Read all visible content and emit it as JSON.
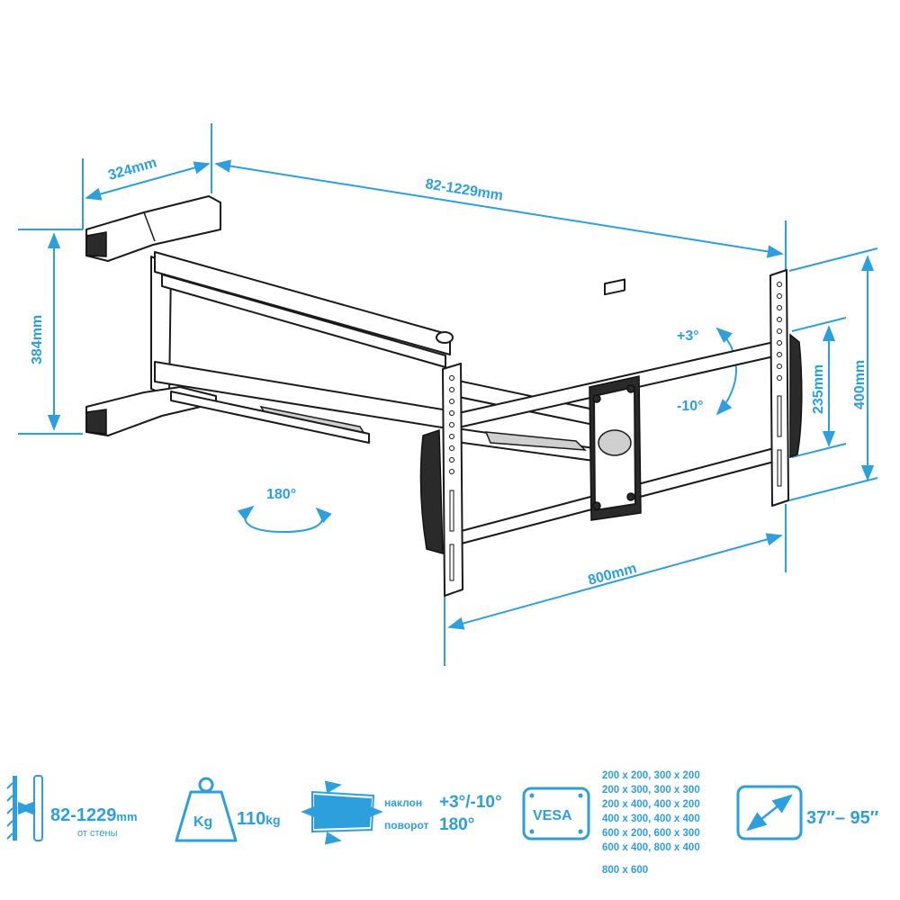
{
  "dimensions": {
    "wall_plate_width": "324mm",
    "extension": "82-1229mm",
    "wall_plate_height": "384mm",
    "vesa_height": "400mm",
    "vesa_inner_height": "235mm",
    "vesa_width": "800mm",
    "tilt_up": "+3°",
    "tilt_down": "-10°",
    "swivel": "180°"
  },
  "specs": {
    "distance_value": "82-1229",
    "distance_unit": "mm",
    "distance_caption": "от стены",
    "weight_icon_label": "Kg",
    "weight_value": "110",
    "weight_unit": "kg",
    "tilt_label": "наклон",
    "tilt_value": "+3°/-10°",
    "swivel_label": "поворот",
    "swivel_value": "180°",
    "vesa_icon_label": "VESA",
    "vesa_sizes": [
      "200 x 200, 300 x 200",
      "200 x 300, 300 x 300",
      "200 x 400, 400 x 200",
      "400 x 300, 400 x 400",
      "600 x 200, 600 x 300",
      "600 x 400, 800 x 400",
      "800 x 600"
    ],
    "screen_size": "37″– 95″"
  },
  "colors": {
    "accent": "#2d9fdc",
    "line": "#1a1a1a"
  }
}
